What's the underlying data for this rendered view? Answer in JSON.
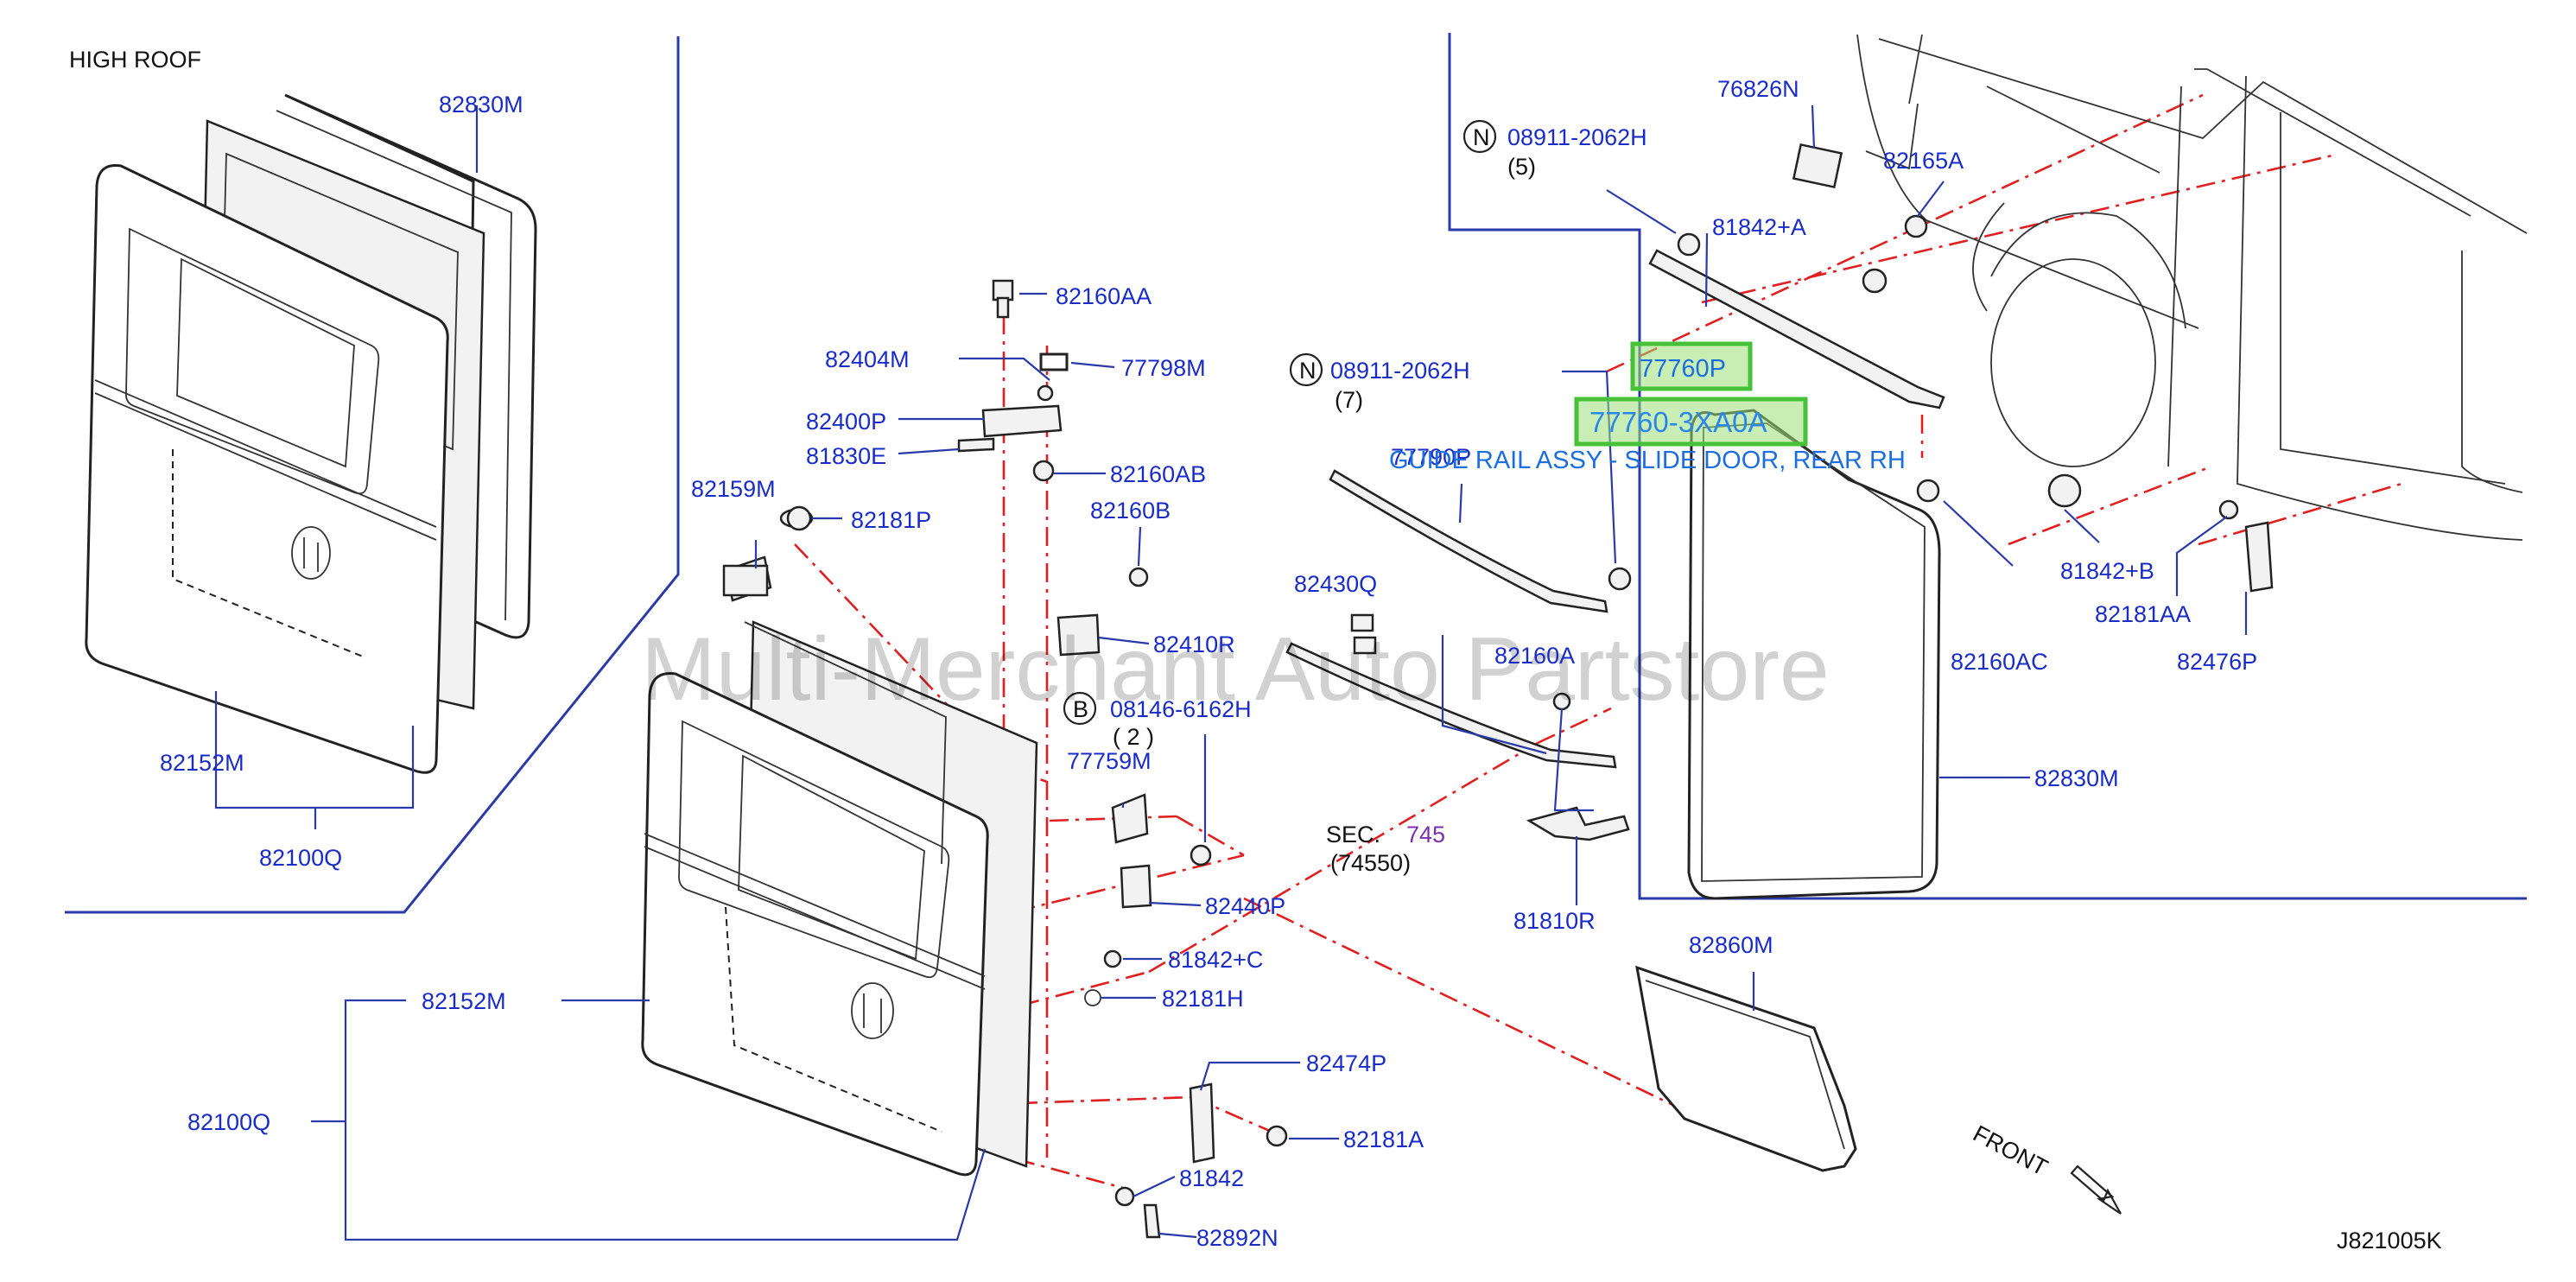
{
  "diagram": {
    "header_note": "HIGH   ROOF",
    "diagram_code": "J821005K",
    "watermark": "Multi-Merchant Auto Partstore",
    "front_label": "FRONT",
    "highlight": {
      "part_a": "77760P",
      "part_b": "77760-3XA0A",
      "part_name": "GUIDE RAIL ASSY - SLIDE DOOR, REAR RH"
    },
    "callouts": {
      "c_82830M_top": "82830M",
      "c_82152M_top": "82152M",
      "c_82100Q_top": "82100Q",
      "c_82160AA": "82160AA",
      "c_82404M": "82404M",
      "c_77798M": "77798M",
      "c_82400P": "82400P",
      "c_81830E": "81830E",
      "c_82160AB": "82160AB",
      "c_82159M": "82159M",
      "c_82181P": "82181P",
      "c_82160B": "82160B",
      "c_82410R": "82410R",
      "c_08146_6162H": "08146-6162H",
      "c_08146_qty": "( 2 )",
      "c_77759M": "77759M",
      "c_82440P": "82440P",
      "c_81842C": "81842+C",
      "c_82181H": "82181H",
      "c_82474P": "82474P",
      "c_82181A": "82181A",
      "c_81842": "81842",
      "c_82892N": "82892N",
      "c_82152M_bot": "82152M",
      "c_82100Q_bot": "82100Q",
      "c_08911_a": "08911-2062H",
      "c_08911_a_qty": "(5)",
      "c_08911_b": "08911-2062H",
      "c_08911_b_qty": "(7)",
      "c_77790P": "77790P",
      "c_82430Q": "82430Q",
      "c_82160A": "82160A",
      "c_sec_prefix": "SEC.",
      "c_sec_num": "745",
      "c_sec_sub": "(74550)",
      "c_81810R": "81810R",
      "c_76826N": "76826N",
      "c_82165A": "82165A",
      "c_81842A": "81842+A",
      "c_81842B": "81842+B",
      "c_82181AA": "82181AA",
      "c_82476P": "82476P",
      "c_82160AC": "82160AC",
      "c_82830M_right": "82830M",
      "c_82860M": "82860M",
      "circ_N1": "N",
      "circ_N2": "N",
      "circ_B": "B"
    }
  }
}
